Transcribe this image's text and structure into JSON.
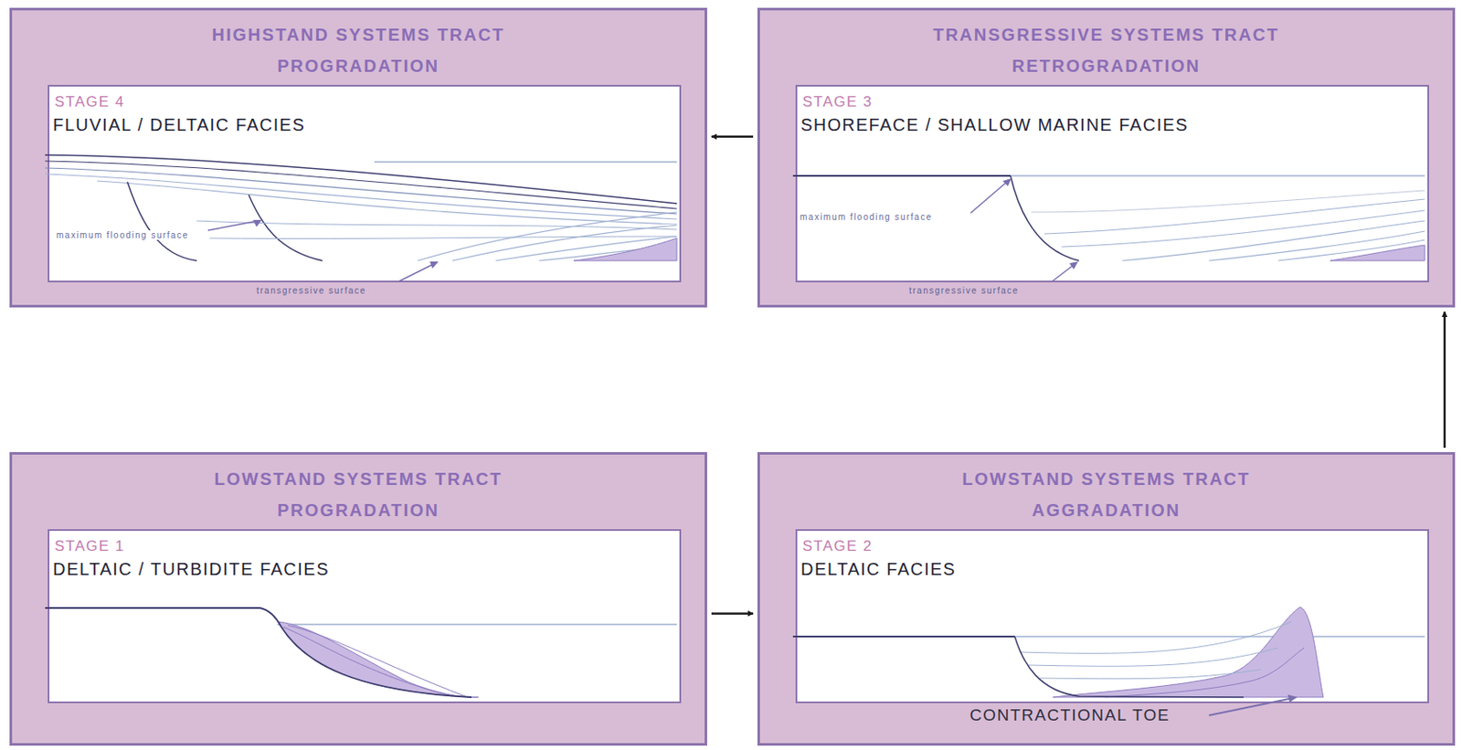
{
  "diagram": {
    "nodes": [
      {
        "text": [
          "HIGHSTAND SYSTEMS TRACT PROGRADATION"
        ]
      },
      {
        "text": [
          "STAGE 4",
          "FLUVIAL / DELTAIC FACIES"
        ],
        "in": 0
      },
      {
        "text": [
          "TRANSGRESSIVE SYSTEMS TRACT RETROGRADATION"
        ]
      },
      {
        "text": [
          "STAGE 3",
          "SHOREFACE / SHALLOW MARINE FACIES"
        ],
        "in": 2
      },
      {
        "text": [
          "LOWSTAND SYSTEMS TRACT PROGRADATION"
        ]
      },
      {
        "text": [
          "STAGE 1",
          "DELTAIC / TURBIDITE FACIES"
        ],
        "in": 4
      },
      {
        "text": [
          "LOWSTAND SYSTEMS TRACT AGGRADATION"
        ]
      },
      {
        "text": [
          "STAGE 2",
          "DELTAIC FACIES"
        ],
        "in": 6
      }
    ],
    "edges": [
      {
        "from": 4,
        "to": 6,
        "arrow": "to"
      },
      {
        "from": 6,
        "to": 2,
        "arrow": "to"
      },
      {
        "from": 2,
        "to": 0,
        "arrow": "to"
      }
    ],
    "labels": [
      "maximum flooding surface",
      "transgressive surface",
      "maximum flooding surface",
      "transgressive surface",
      "CONTRACTIONAL TOE"
    ]
  }
}
